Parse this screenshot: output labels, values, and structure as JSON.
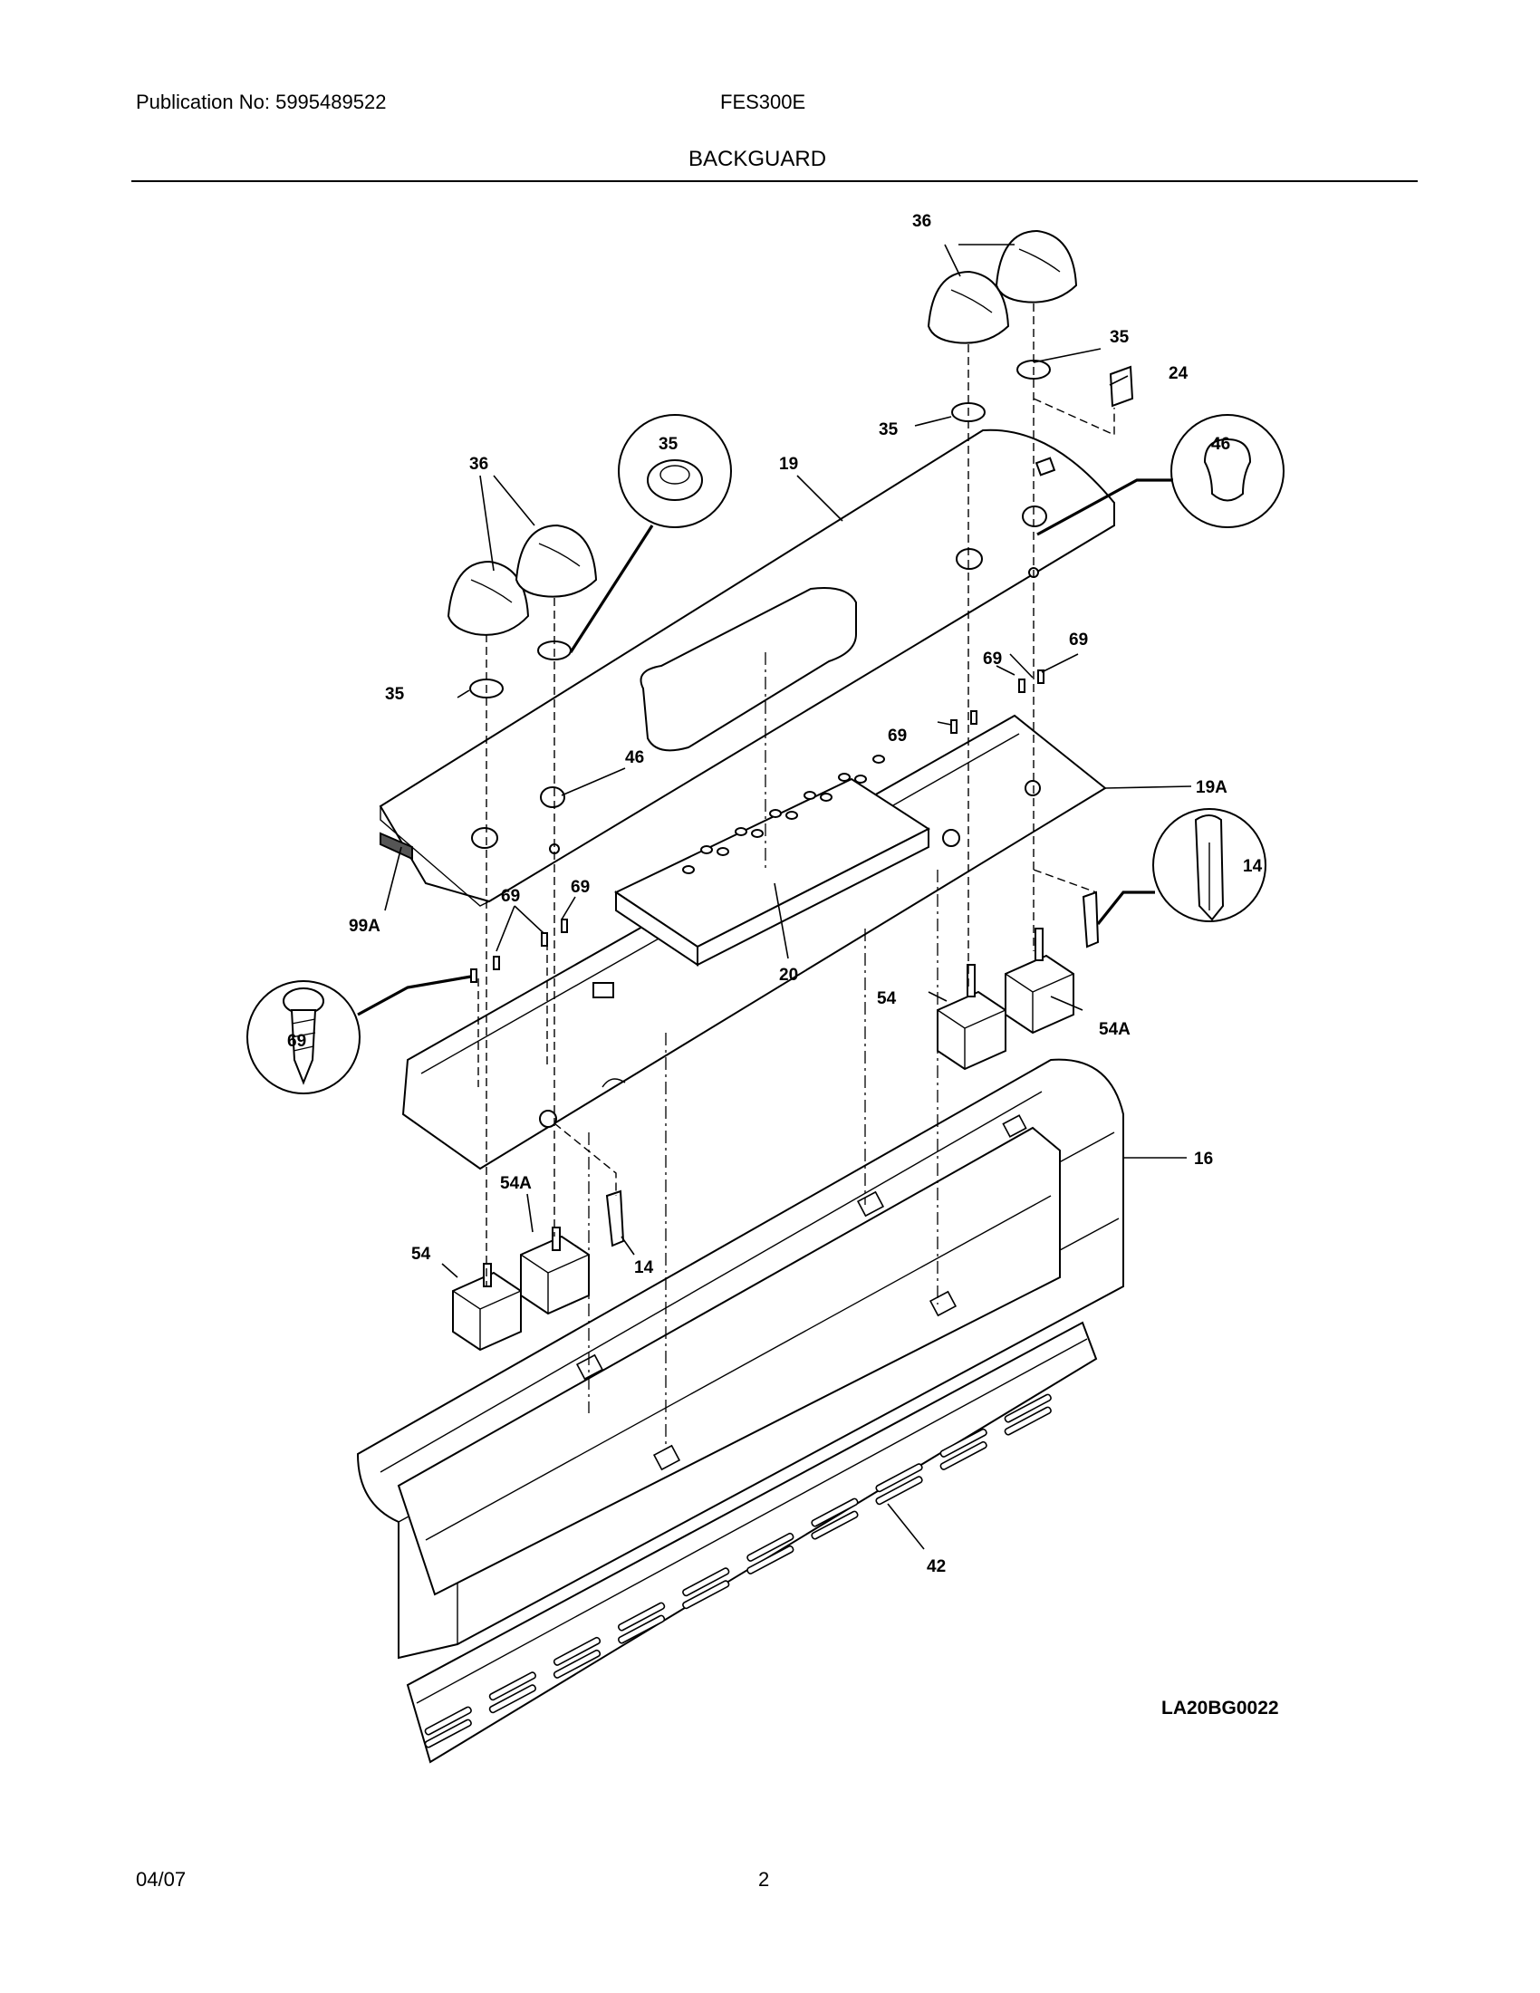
{
  "header": {
    "publication": "Publication No: 5995489522",
    "model": "FES300E",
    "section": "BACKGUARD"
  },
  "footer": {
    "date": "04/07",
    "page": "2"
  },
  "diagram": {
    "code": "LA20BG0022",
    "callouts": [
      "36",
      "35",
      "24",
      "19",
      "46",
      "69",
      "19A",
      "14",
      "99A",
      "20",
      "54",
      "54A",
      "16",
      "42"
    ]
  }
}
